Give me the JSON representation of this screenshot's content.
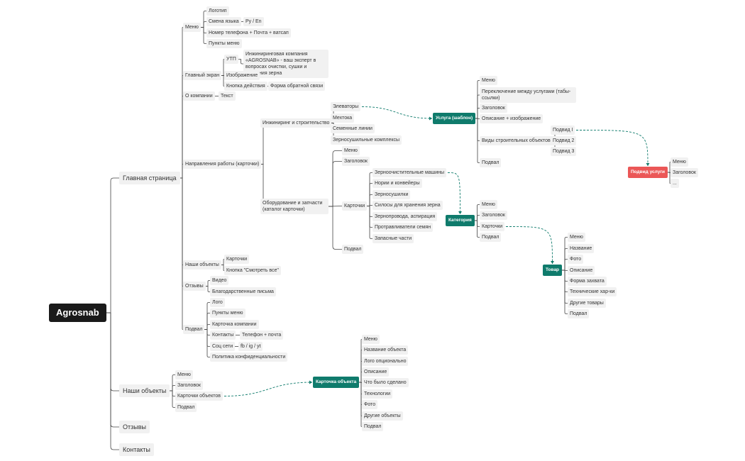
{
  "colors": {
    "line": "#444444",
    "dashed": "#0f7b6c",
    "teal": "#0f7b6c",
    "red": "#eb5757",
    "root": "#1a1a1a"
  },
  "nodes": {
    "root": "Agrosnab",
    "home": "Главная страница",
    "objects": "Наши объекты",
    "reviews": "Отзывы",
    "contacts": "Контакты",
    "menu": "Меню",
    "logo": "Логотип",
    "lang": "Смена языка",
    "lang_val": "Ру / En",
    "phone": "Номер телефона + Почта + ватсап",
    "menu_items": "Пункты меню",
    "hero": "Главный экран",
    "utp": "УТП",
    "utp_text": "Инжиниринговая компания «AGROSNAB» - ваш эксперт в вопросах очистки, сушки и хранения зерна",
    "hero_image": "Изображение",
    "cta": "Кнопка действия",
    "cta_form": "Форма обратной связи",
    "about": "О компании",
    "about_text": "Текст",
    "directions": "Направления работы (карточки)",
    "engineering": "Инжиниринг и строительство",
    "elevators": "Элеваторы",
    "mill": "Мехтока",
    "seed_lines": "Семенные линии",
    "grain_dryers": "Зерносушильные комплексы",
    "equipment": "Оборудование и запчасти (каталог карточки)",
    "eq_menu": "Меню",
    "eq_heading": "Заголовок",
    "eq_cards": "Карточки",
    "eq_footer": "Подвал",
    "cleaners": "Зерноочистительные машины",
    "conveyors": "Нории и конвейеры",
    "dryers": "Зерносушилки",
    "silos": "Силосы для хранения зерна",
    "aspiration": "Зернопровода, аспирация",
    "seed_treaters": "Протравливатели семян",
    "spare_parts": "Запасные части",
    "home_objects": "Наши объекты",
    "home_objects_cards": "Карточки",
    "home_objects_btn": "Кнопка \"Смотреть все\"",
    "home_reviews": "Отзывы",
    "video": "Видео",
    "letters": "Благодарственные письма",
    "footer": "Подвал",
    "f_logo": "Лого",
    "f_menu": "Пункты меню",
    "f_card": "Карточка компании",
    "f_contacts": "Контакты",
    "f_contacts_val": "Телефон + почта",
    "f_social": "Соц сети",
    "f_social_val": "fb / ig / yt",
    "f_privacy": "Политика конфиденциальности",
    "service": "Услуга (шаблон)",
    "s_menu": "Меню",
    "s_switch": "Переключение между услугами (табы-ссылки)",
    "s_heading": "Заголовок",
    "s_desc": "Описание + изображение",
    "s_types": "Виды строительных объектов",
    "s_footer": "Подвал",
    "sub1": "Подвид I",
    "sub2": "Подвид 2",
    "sub3": "Подвид 3",
    "subservice": "Подвид услуги",
    "ss_menu": "Меню",
    "ss_heading": "Заголовок",
    "ss_more": "...",
    "category": "Категория",
    "c_menu": "Меню",
    "c_heading": "Заголовок",
    "c_cards": "Карточки",
    "c_footer": "Подвал",
    "product": "Товар",
    "p_menu": "Меню",
    "p_name": "Название",
    "p_photo": "Фото",
    "p_desc": "Описание",
    "p_form": "Форма захвата",
    "p_specs": "Технические хар-ки",
    "p_other": "Другие товары",
    "p_footer": "Подвал",
    "o_menu": "Меню",
    "o_heading": "Заголовок",
    "o_cards": "Карточки объектов",
    "o_footer": "Подвал",
    "object_card": "Карточка объекта",
    "oc_menu": "Меню",
    "oc_name": "Название объекта",
    "oc_logo": "Лого опционально",
    "oc_desc": "Описание",
    "oc_done": "Что было сделано",
    "oc_tech": "Технологии",
    "oc_photo": "Фото",
    "oc_other": "Другие объекты",
    "oc_footer": "Подвал"
  }
}
